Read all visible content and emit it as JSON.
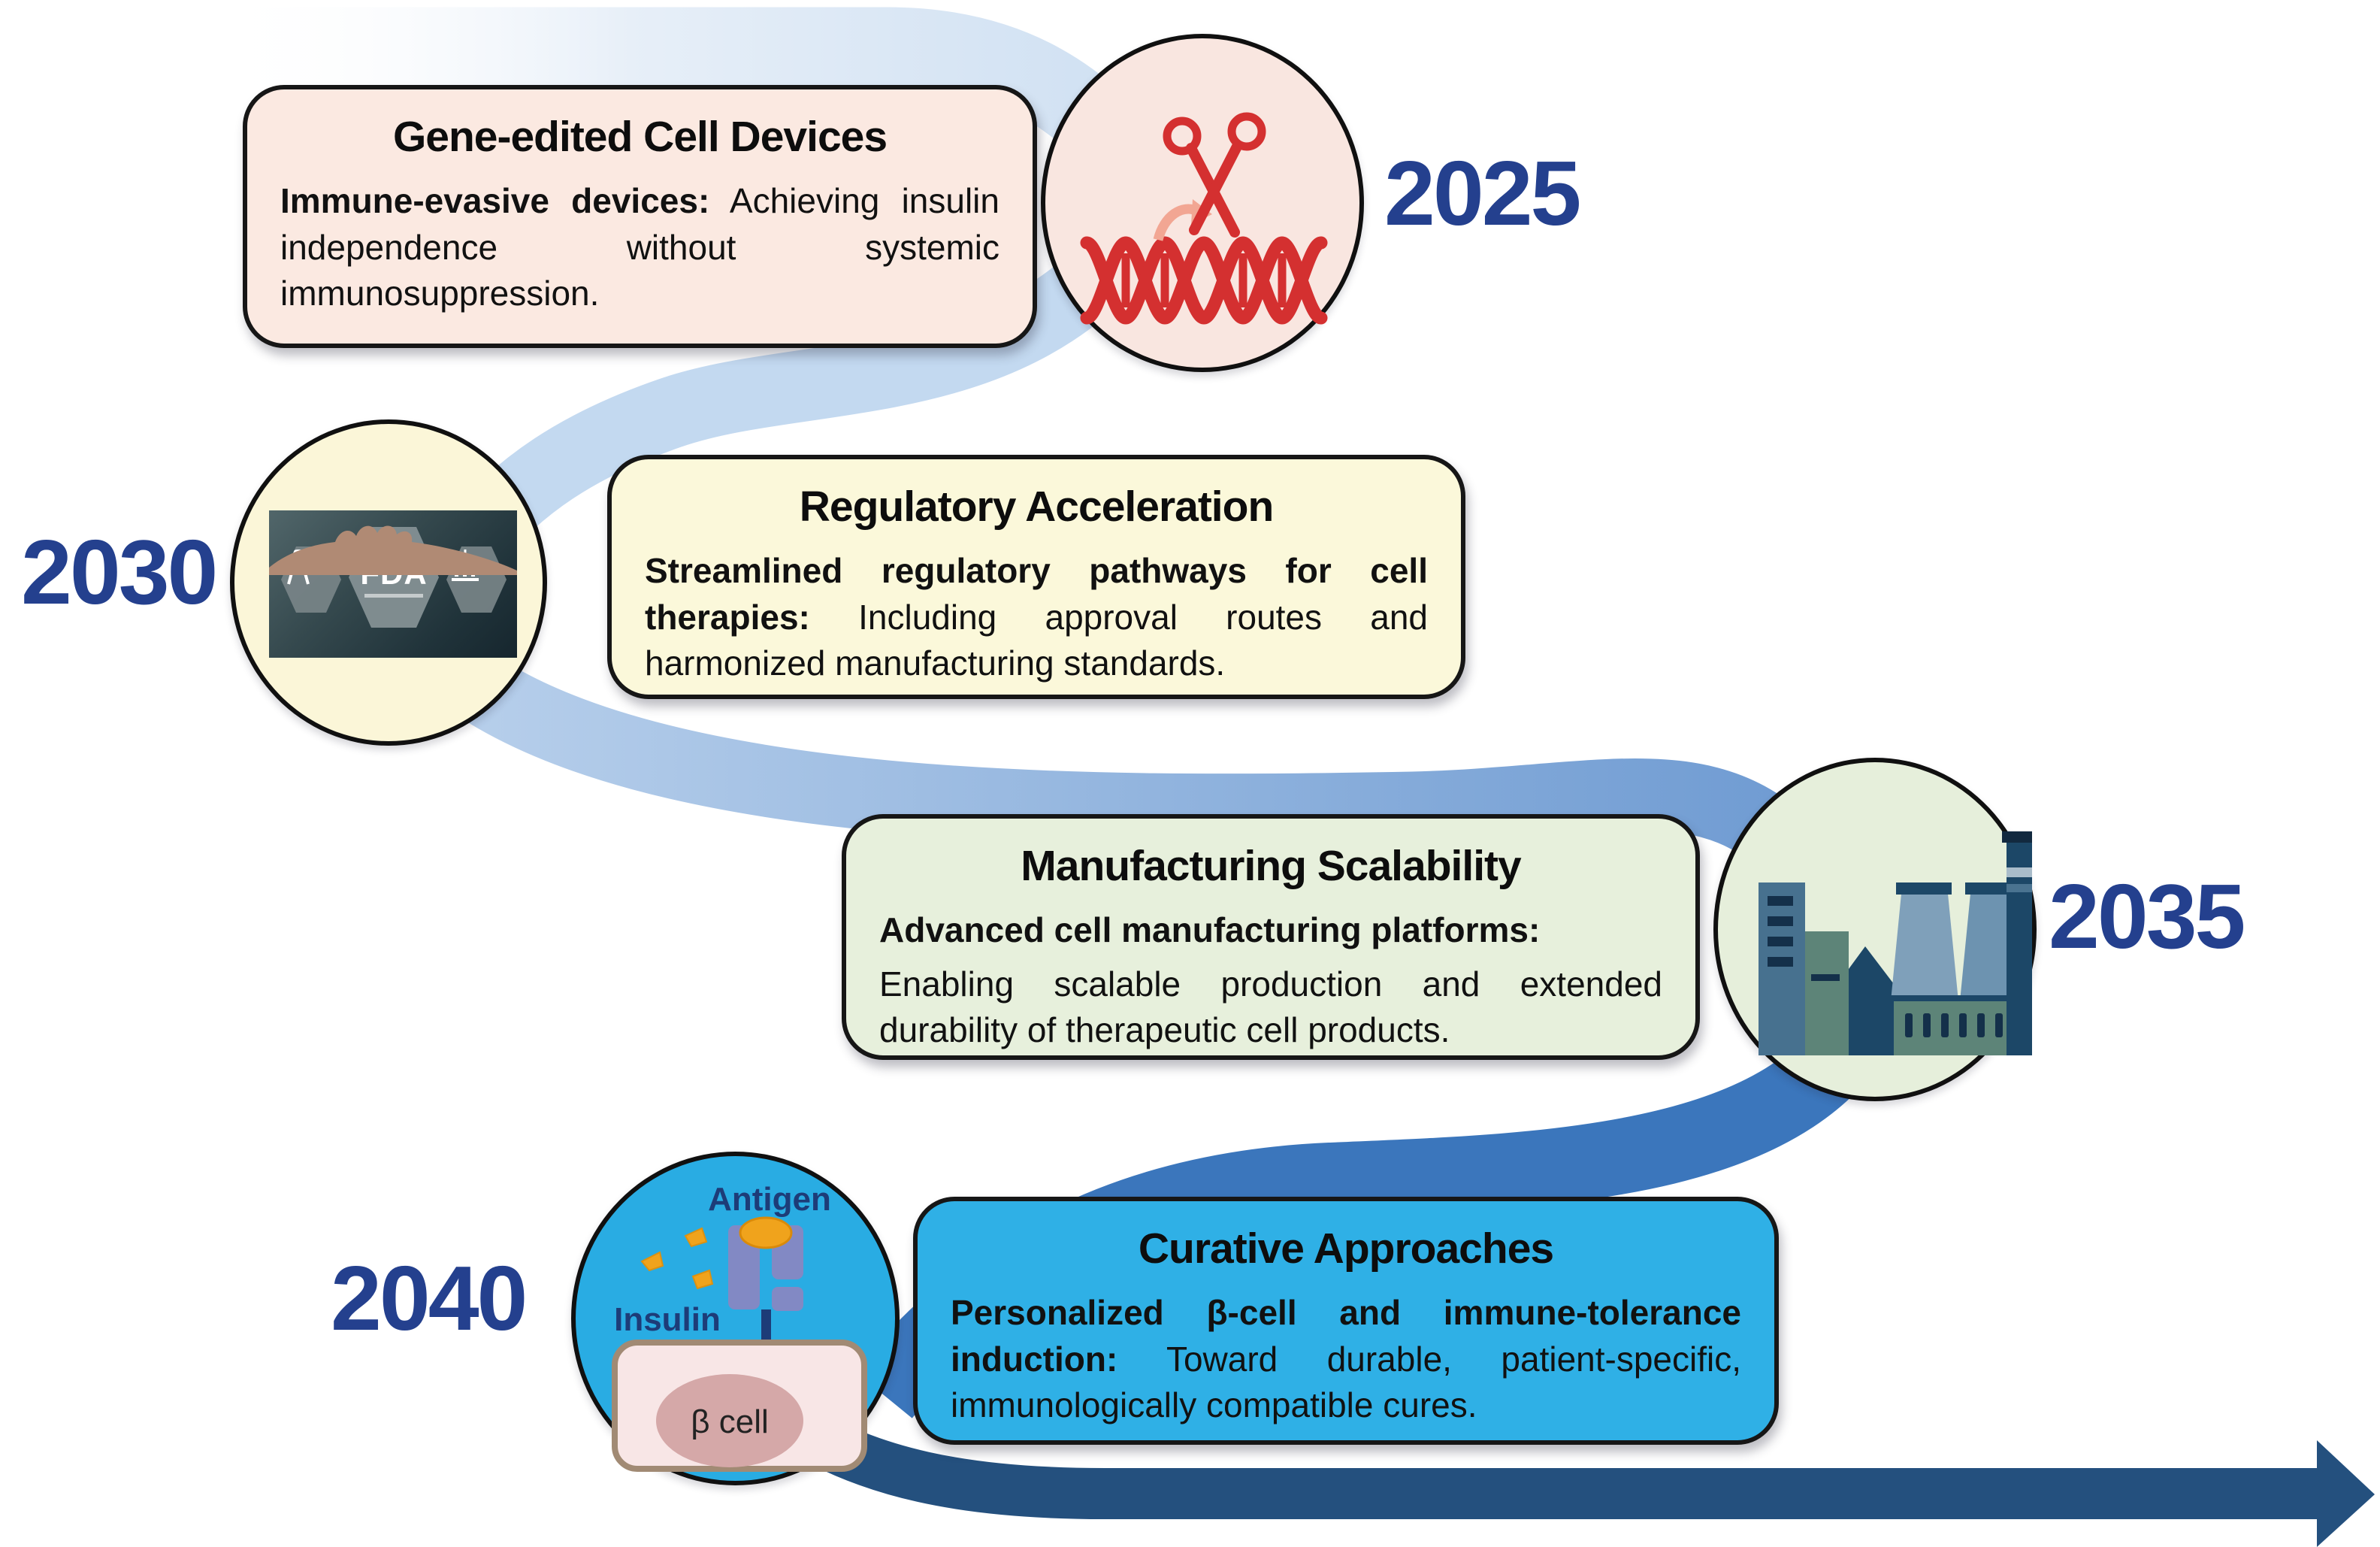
{
  "timeline": {
    "milestones": [
      {
        "year": "2025",
        "title": "Gene-edited Cell Devices",
        "lead": "Immune-evasive devices:",
        "body": "Achieving insulin independence without systemic immunosuppression.",
        "icon": "dna-scissors-icon",
        "box_color": "#fbe9e1",
        "circle_color": "#f9e6e0",
        "accent": "#d43030"
      },
      {
        "year": "2030",
        "title": "Regulatory Acceleration",
        "lead": "Streamlined regulatory pathways for cell therapies:",
        "body": "Including approval routes and harmonized manufacturing standards.",
        "icon": "fda-approval-icon",
        "box_color": "#fbf8da",
        "circle_color": "#fbf6d8",
        "accent": "#76848a"
      },
      {
        "year": "2035",
        "title": "Manufacturing Scalability",
        "lead": "Advanced cell manufacturing platforms:",
        "body": "Enabling scalable production and extended durability of therapeutic cell products.",
        "icon": "factory-icon",
        "box_color": "#e7f0dc",
        "circle_color": "#e6efdb",
        "accent": "#1c4767"
      },
      {
        "year": "2040",
        "title": "Curative Approaches",
        "lead": "Personalized β-cell and immune-tolerance induction:",
        "body": "Toward durable, patient-specific, immunologically compatible cures.",
        "icon": "beta-cell-icon",
        "box_color": "#2fb0e6",
        "circle_color": "#29ace3",
        "accent": "#1d3c78"
      }
    ],
    "fda_graphic": {
      "label": "FDA"
    },
    "cell_graphic": {
      "antigen_label": "Antigen",
      "insulin_label": "Insulin",
      "cell_label": "β cell"
    },
    "year_color": "#24408e",
    "ribbon_colors": {
      "start": "#e3edf8",
      "light": "#c3d9f0",
      "mid": "#6f9bd2",
      "deep": "#3b76bc",
      "arrow": "#24507e"
    }
  }
}
